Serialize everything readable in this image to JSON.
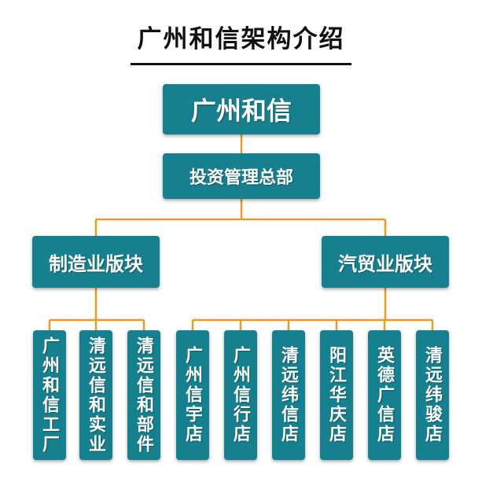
{
  "title": "广州和信架构介绍",
  "colors": {
    "node": "#16808e",
    "connector": "#e89b2a",
    "text": "#ffffff"
  },
  "org": {
    "root": "广州和信",
    "hq": "投资管理总部",
    "divisions": [
      {
        "label": "制造业版块",
        "units": [
          "广州和信工厂",
          "清远信和实业",
          "清远信和部件"
        ]
      },
      {
        "label": "汽贸业版块",
        "units": [
          "广州信宇店",
          "广州信行店",
          "清远纬信店",
          "阳江华庆店",
          "英德广信店",
          "清远纬骏店"
        ]
      }
    ]
  }
}
